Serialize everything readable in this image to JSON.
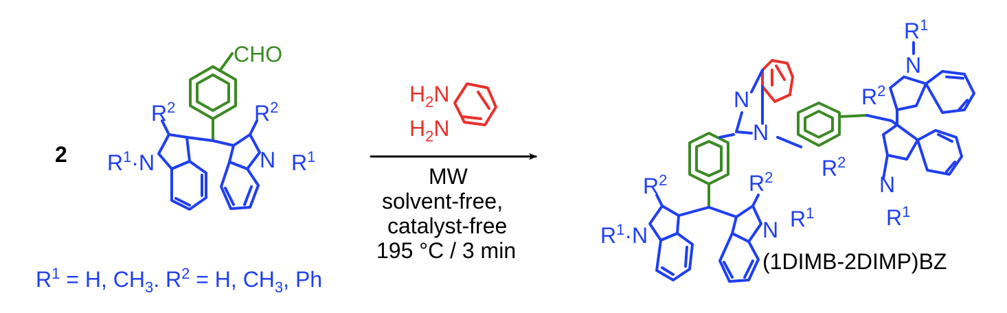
{
  "colors": {
    "indole": "#1f3ff0",
    "aryl": "#3c8a25",
    "diamine": "#e8312b",
    "text": "#000000"
  },
  "reactant": {
    "coefficient": "2",
    "aldehyde_label": "CHO",
    "substituent_note": {
      "r1_label": "R",
      "r1_sup": "1",
      "r1_values": " = H, CH",
      "r1_sub": "3",
      "r1_end": ". ",
      "r2_label": "R",
      "r2_sup": "2",
      "r2_values": " = H, CH",
      "r2_sub": "3",
      "r2_end": ", Ph"
    }
  },
  "labels": {
    "R": "R",
    "sup1": "1",
    "sup2": "2",
    "N": "N",
    "H": "H",
    "sub2": "2",
    "dot": "·"
  },
  "conditions": {
    "line1": "MW",
    "line2": "solvent-free,",
    "line3": "catalyst-free",
    "line4": "195 °C / 3 min"
  },
  "product": {
    "name": "(1DIMB-2DIMP)BZ"
  }
}
